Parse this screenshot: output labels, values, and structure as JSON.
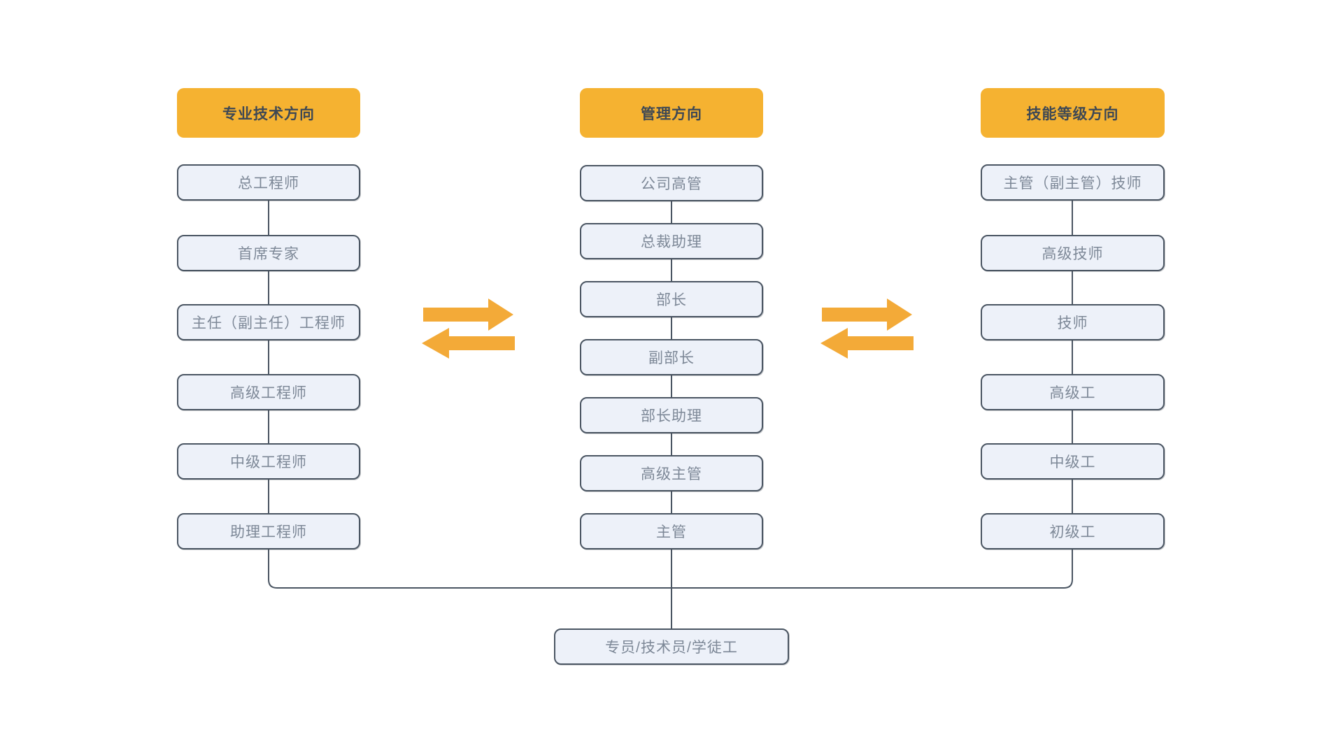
{
  "diagram_title": "career-development-dual-channel-diagram",
  "colors": {
    "page_bg": "#ffffff",
    "header_bg": "#F5B231",
    "header_text": "#3E4854",
    "box_bg": "#EDF1F9",
    "box_border": "#4A5562",
    "box_text": "#7D8897",
    "line": "#4A5562",
    "arrow": "#F3AA38"
  },
  "columns": [
    {
      "id": "professional-technical",
      "header": "专业技术方向",
      "items": [
        "总工程师",
        "首席专家",
        "主任（副主任）工程师",
        "高级工程师",
        "中级工程师",
        "助理工程师"
      ]
    },
    {
      "id": "management",
      "header": "管理方向",
      "items": [
        "公司高管",
        "总裁助理",
        "部长",
        "副部长",
        "部长助理",
        "高级主管",
        "主管"
      ]
    },
    {
      "id": "skill-level",
      "header": "技能等级方向",
      "items": [
        "主管（副主管）技师",
        "高级技师",
        "技师",
        "高级工",
        "中级工",
        "初级工"
      ]
    }
  ],
  "base": {
    "label": "专员/技术员/学徒工"
  },
  "icons": {
    "exchange_arrows": "double-horizontal-transfer-arrows"
  }
}
